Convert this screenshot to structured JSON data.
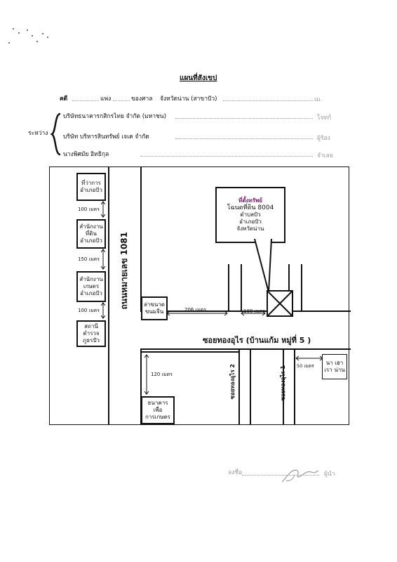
{
  "header": {
    "title": "แผนที่สังเขป",
    "case_label": "คดี",
    "civil_label": "แพ่ง",
    "court_label": "ของศาล",
    "court_name": "จังหวัดน่าน (สาขาปัว)",
    "suffix": "เม."
  },
  "parties": {
    "between_label": "ระหว่าง",
    "plaintiff": "บริษัทธนาคารกสิกรไทย จำกัด (มหาชน)",
    "plaintiff_role": "โจทก์",
    "transferee": "บริษัท บริหารสินทรัพย์ เจเค จำกัด",
    "transferee_role": "ผู้ร้อง",
    "defendant": "นางพิศมัย อิทธิกุล",
    "defendant_role": "จำเลย"
  },
  "map": {
    "callout": {
      "heading": "ที่ตั้งทรัพย์",
      "line1": "โฉนดที่ดิน 8004",
      "line2": "ตำบลปัว",
      "line3": "อำเภอปัว",
      "line4": "จังหวัดน่าน"
    },
    "main_road": "ถนนหมายเลข 1081",
    "soi_road": "ซอยทองอุไร (บ้านแก้ม หมู่ที่ 5 )",
    "soi_1": "ซอยทองอุไร 1",
    "soi_2": "ซอยทองอุไร 2",
    "places": {
      "district_office": [
        "ที่ว่าการ",
        "อำเภอปัว"
      ],
      "land_office": [
        "สำนักงาน",
        "ที่ดิน",
        "อำเภอปัว"
      ],
      "agri_office": [
        "สำนักงาน",
        "เกษตร",
        "อำเภอปัว"
      ],
      "police": [
        "สถานีตำรวจ",
        "ภูธรปัว"
      ],
      "bakery": [
        "ล่าขนาด",
        "ขนมจีน"
      ],
      "bank": [
        "ธนาคาร",
        "เพื่อ",
        "การเกษตร"
      ],
      "shop": [
        "นา เฮา",
        "เรา น่าน"
      ]
    },
    "distances": {
      "d1": "100 เมตร",
      "d2": "150 เมตร",
      "d3": "100 เมตร",
      "d4": "206 เมตร",
      "d5": "108 เมตร",
      "d6": "120 เมตร",
      "d7": "50 เมตร"
    }
  },
  "signature": {
    "label": "ลงชื่อ",
    "role": "ผู้นำ"
  }
}
